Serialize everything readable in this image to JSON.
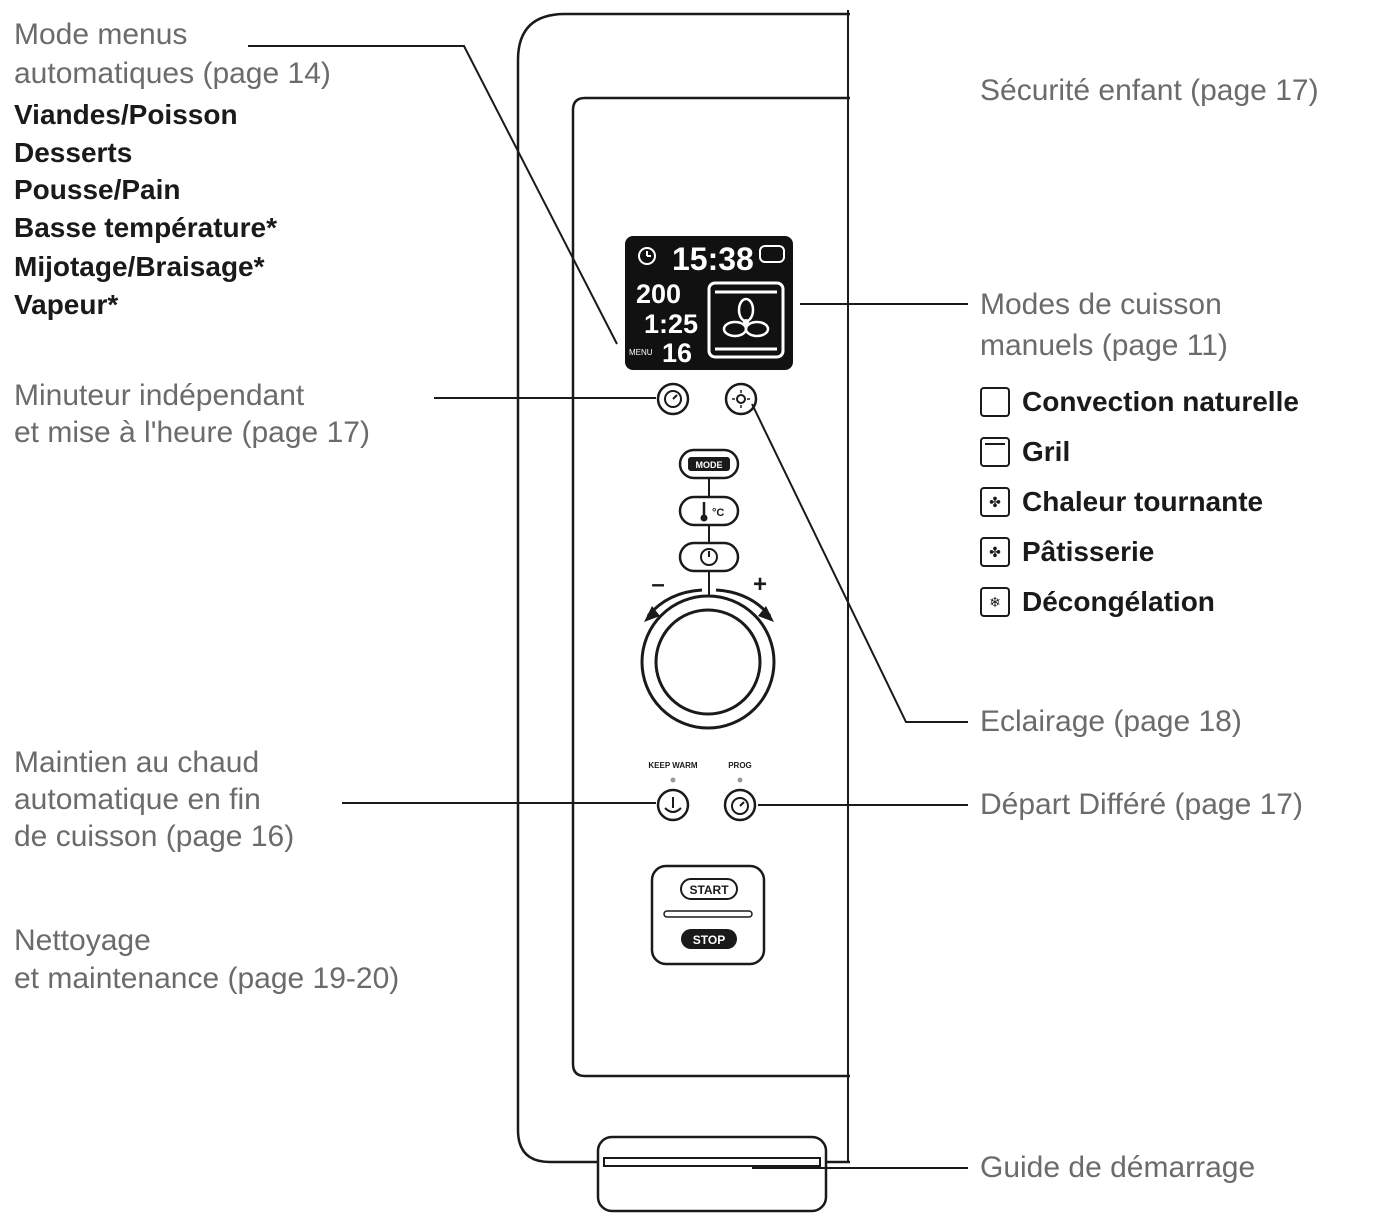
{
  "labels": {
    "auto_menu_line1": "Mode menus",
    "auto_menu_line2": "automatiques (page 14)",
    "auto_menu_items": [
      "Viandes/Poisson",
      "Desserts",
      "Pousse/Pain",
      "Basse température*",
      "Mijotage/Braisage*",
      "Vapeur*"
    ],
    "timer_line1": "Minuteur indépendant",
    "timer_line2": "et mise à l'heure (page 17)",
    "keep_warm_line1": "Maintien au chaud",
    "keep_warm_line2": "automatique en fin",
    "keep_warm_line3": "de cuisson (page 16)",
    "cleaning_line1": "Nettoyage",
    "cleaning_line2": "et maintenance (page 19-20)",
    "child_safety": "Sécurité enfant (page 17)",
    "manual_modes_line1": "Modes de cuisson",
    "manual_modes_line2": "manuels (page 11)",
    "lighting": "Eclairage (page 18)",
    "delayed_start": "Départ Différé (page 17)",
    "quick_start": "Guide de démarrage"
  },
  "manual_modes": [
    {
      "label": "Convection naturelle",
      "icon": "convection-icon"
    },
    {
      "label": "Gril",
      "icon": "grill-icon"
    },
    {
      "label": "Chaleur tournante",
      "icon": "fan-heat-icon"
    },
    {
      "label": "Pâtisserie",
      "icon": "pastry-icon"
    },
    {
      "label": "Décongélation",
      "icon": "defrost-icon"
    }
  ],
  "display": {
    "time": "15:38",
    "temperature": "200",
    "duration": "1:25",
    "menu_number": "16",
    "menu_label": "MENU"
  },
  "panel": {
    "mode_button": "MODE",
    "start": "START",
    "stop": "STOP",
    "keep_warm": "KEEP WARM",
    "prog": "PROG",
    "minus": "–",
    "plus": "+"
  }
}
